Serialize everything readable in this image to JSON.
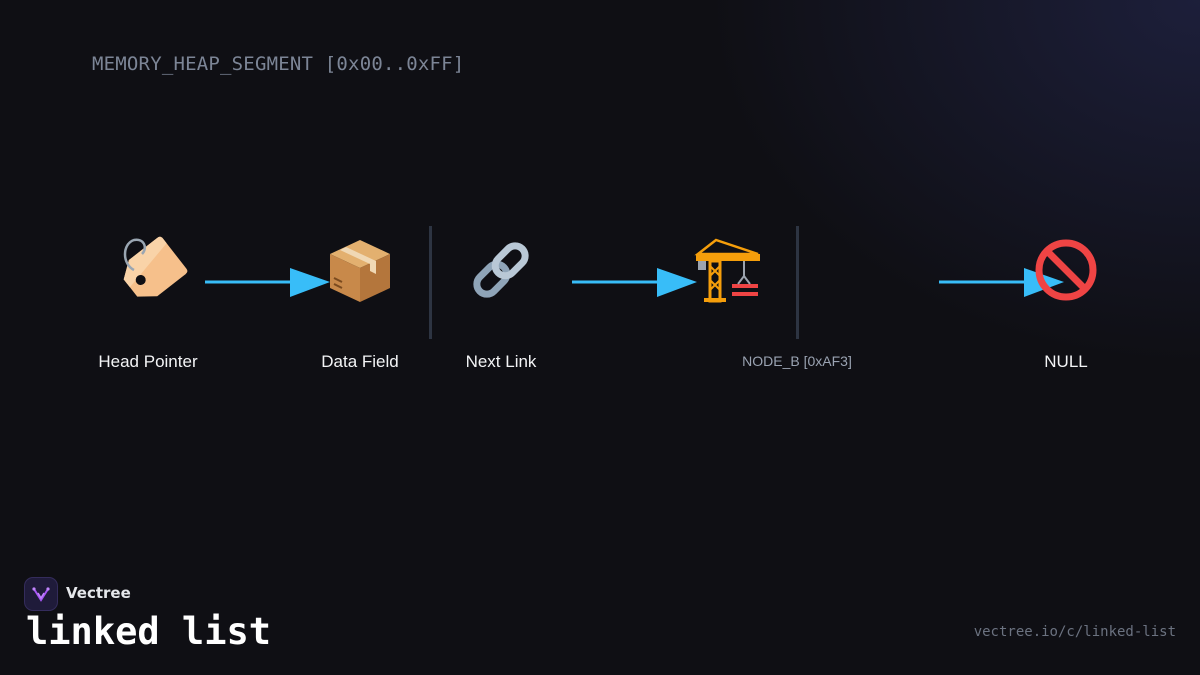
{
  "header": {
    "segment_label": "MEMORY_HEAP_SEGMENT [0x00..0xFF]"
  },
  "diagram": {
    "nodes": [
      {
        "label": "Head Pointer",
        "icon": "label-tag-icon"
      },
      {
        "label": "Data Field",
        "icon": "package-box-icon"
      },
      {
        "label": "Next Link",
        "icon": "chain-link-icon"
      },
      {
        "label": "",
        "icon": "construction-crane-icon"
      },
      {
        "label": "NULL",
        "icon": "prohibited-icon"
      }
    ],
    "node_group_label": "NODE_B [0xAF3]",
    "arrow_color": "#38bdf8",
    "divider_color": "#2d3442"
  },
  "footer": {
    "brand": "Vectree",
    "title": "linked list",
    "url": "vectree.io/c/linked-list"
  },
  "colors": {
    "background": "#0f0f14",
    "text": "#f3f4f6",
    "muted": "#7c8596",
    "accent": "#38bdf8"
  }
}
